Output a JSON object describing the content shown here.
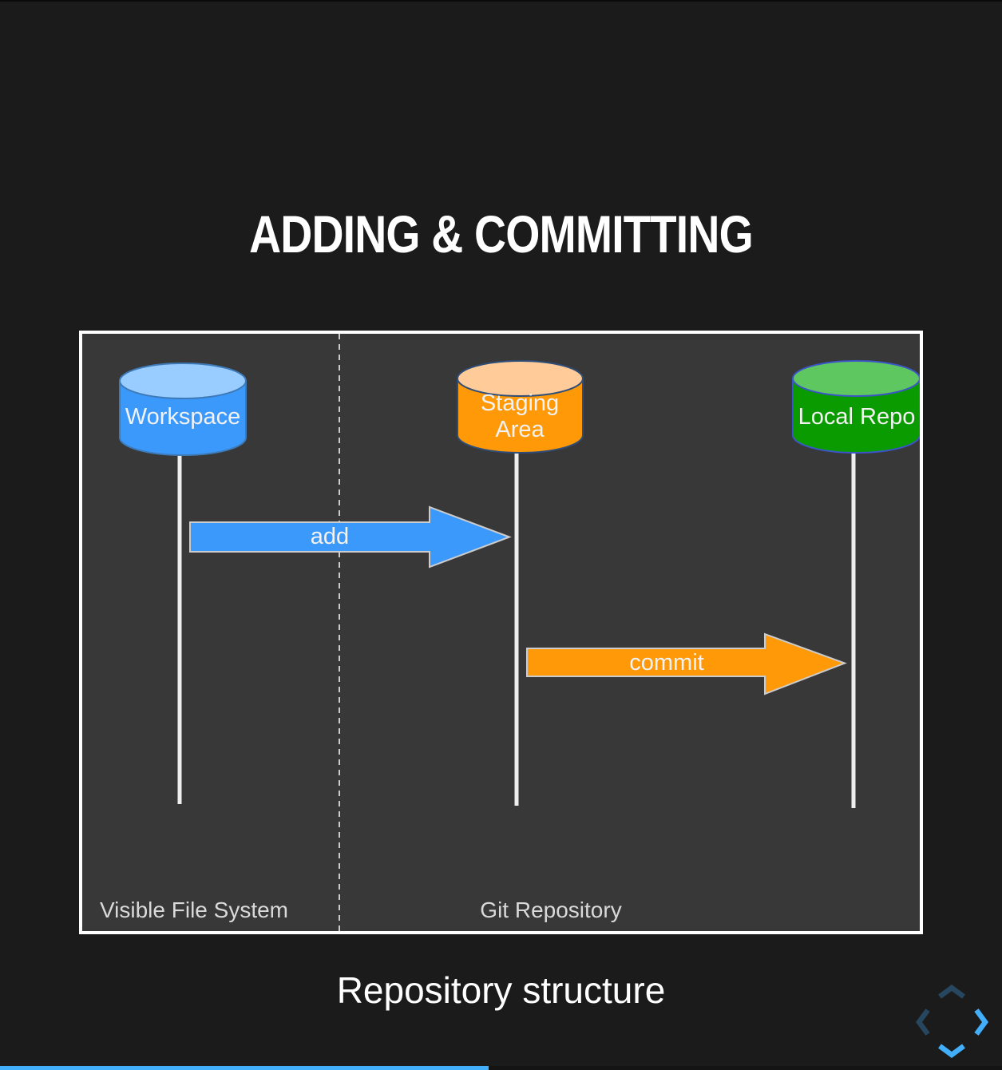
{
  "slide": {
    "title": "ADDING & COMMITTING",
    "caption": "Repository structure"
  },
  "diagram": {
    "workspace": {
      "label": "Workspace",
      "body_color": "#3b99fc",
      "top_color": "#99ccff",
      "stroke_color": "#3d7ab8"
    },
    "staging": {
      "label_line1": "Staging",
      "label_line2": "Area",
      "body_color": "#ff9908",
      "top_color": "#ffcc99",
      "stroke_color": "#2e4d78"
    },
    "local_repo": {
      "label": "Local Repo",
      "body_color": "#0a9b00",
      "top_color": "#5fc75f",
      "stroke_color": "#3b55c8"
    },
    "add_arrow": {
      "label": "add",
      "fill": "#3b99fc",
      "stroke": "#cccccc"
    },
    "commit_arrow": {
      "label": "commit",
      "fill": "#ff9908",
      "stroke": "#cccccc"
    },
    "lifeline_color": "#eeeeee",
    "divider_color": "#cccccc",
    "region_left": "Visible File System",
    "region_right": "Git Repository"
  },
  "controls": {
    "active_color": "#42affa",
    "inactive_color": "#26475f"
  },
  "progress": {
    "percent": 48.8,
    "color": "#42affa"
  }
}
